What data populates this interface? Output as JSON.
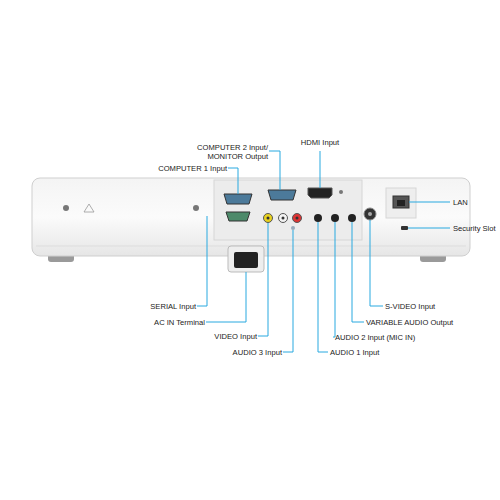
{
  "diagram": {
    "labels": [
      "COMPUTER 2 Input/ MONITOR Output",
      "HDMI Input",
      "COMPUTER 1 Input",
      "LAN",
      "Security Slot",
      "SERIAL Input",
      "AC IN Terminal",
      "VIDEO Input",
      "AUDIO 3 Input",
      "S-VIDEO Input",
      "VARIABLE AUDIO Output",
      "AUDIO 2 Input (MIC IN)",
      "AUDIO 1 Input"
    ]
  }
}
